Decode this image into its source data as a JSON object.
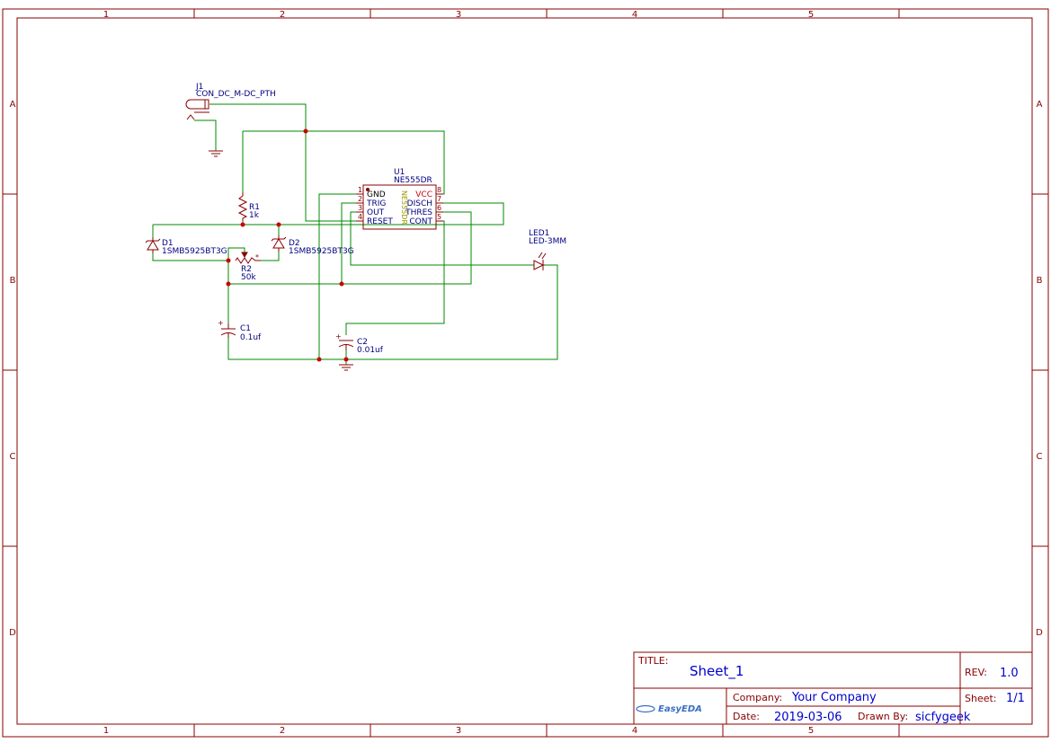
{
  "sheet": {
    "col_labels": [
      "1",
      "2",
      "3",
      "4",
      "5"
    ],
    "row_labels": [
      "A",
      "B",
      "C",
      "D"
    ]
  },
  "title_block": {
    "title_label": "TITLE:",
    "title": "Sheet_1",
    "rev_label": "REV:",
    "rev": "1.0",
    "company_label": "Company:",
    "company": "Your Company",
    "sheet_label": "Sheet:",
    "sheet": "1/1",
    "date_label": "Date:",
    "date": "2019-03-06",
    "drawn_label": "Drawn By:",
    "drawn_by": "sicfygeek",
    "logo": "EasyEDA"
  },
  "components": {
    "j1": {
      "ref": "J1",
      "value": "CON_DC_M-DC_PTH"
    },
    "u1": {
      "ref": "U1",
      "value": "NE555DR",
      "body_text": "NE555DR",
      "pins_left": [
        {
          "num": "1",
          "name": "GND"
        },
        {
          "num": "2",
          "name": "TRIG"
        },
        {
          "num": "3",
          "name": "OUT"
        },
        {
          "num": "4",
          "name": "RESET"
        }
      ],
      "pins_right": [
        {
          "num": "8",
          "name": "VCC"
        },
        {
          "num": "7",
          "name": "DISCH"
        },
        {
          "num": "6",
          "name": "THRES"
        },
        {
          "num": "5",
          "name": "CONT"
        }
      ]
    },
    "r1": {
      "ref": "R1",
      "value": "1k"
    },
    "r2": {
      "ref": "R2",
      "value": "50k"
    },
    "d1": {
      "ref": "D1",
      "value": "1SMB5925BT3G"
    },
    "d2": {
      "ref": "D2",
      "value": "1SMB5925BT3G"
    },
    "c1": {
      "ref": "C1",
      "value": "0.1uf"
    },
    "c2": {
      "ref": "C2",
      "value": "0.01uf"
    },
    "led1": {
      "ref": "LED1",
      "value": "LED-3MM"
    }
  },
  "colors": {
    "border": "#880000",
    "wire": "#008800",
    "junction": "#cc0000",
    "label": "#000080",
    "value_text": "#0000cc",
    "vcc_pin": "#cc0000",
    "chip_body_text": "#999900"
  }
}
